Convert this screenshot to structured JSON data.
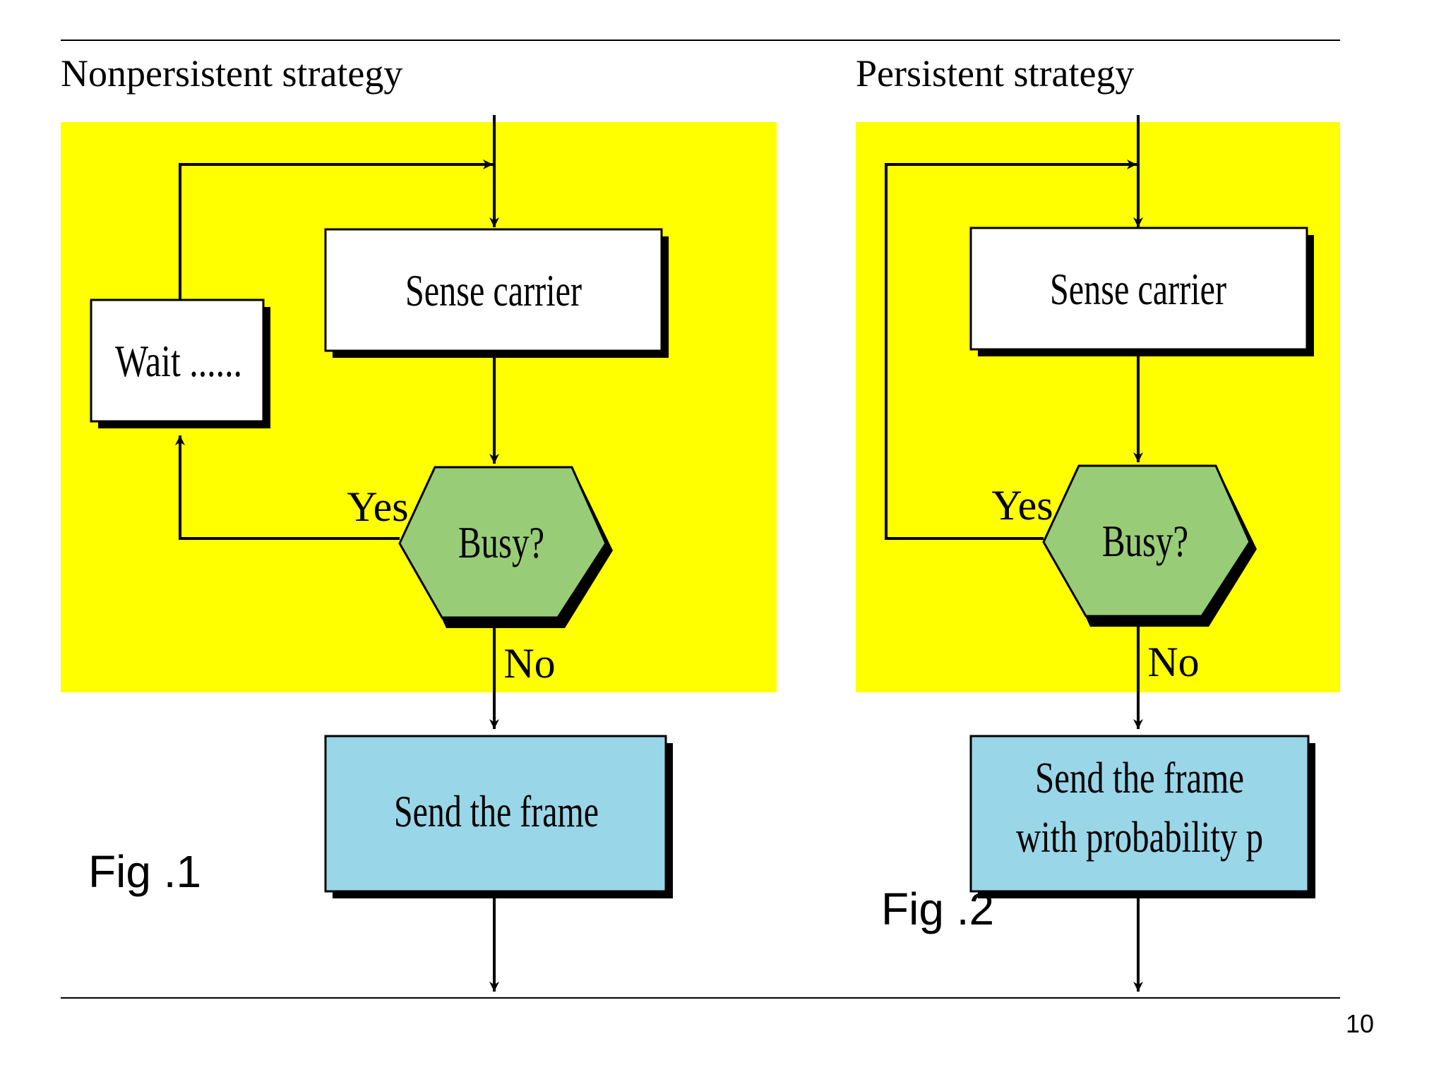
{
  "slide": {
    "page_number": "10"
  },
  "fig1": {
    "title": "Nonpersistent strategy",
    "sense_label": "Sense carrier",
    "wait_label": "Wait ......",
    "decision_label": "Busy?",
    "yes_label": "Yes",
    "no_label": "No",
    "send_label": "Send the frame",
    "caption": "Fig .1"
  },
  "fig2": {
    "title": "Persistent strategy",
    "sense_label": "Sense carrier",
    "decision_label": "Busy?",
    "yes_label": "Yes",
    "no_label": "No",
    "send_label_line1": "Send the frame",
    "send_label_line2": "with probability p",
    "caption": "Fig .2"
  },
  "colors": {
    "panel": "#ffff00",
    "box": "#ffffff",
    "decision": "#99cc77",
    "send": "#99d6e8",
    "line": "#000000"
  }
}
